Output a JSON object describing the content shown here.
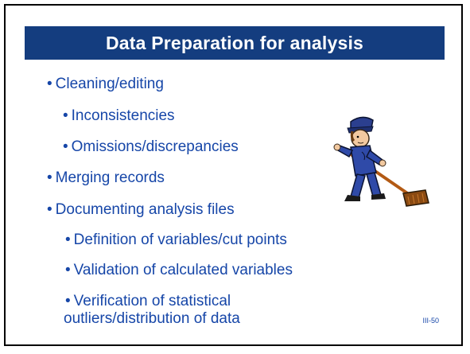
{
  "slide": {
    "title": "Data Preparation for analysis",
    "bullets": [
      {
        "level": 1,
        "text": "Cleaning/editing"
      },
      {
        "level": 2,
        "text": "Inconsistencies"
      },
      {
        "level": 2,
        "text": "Omissions/discrepancies"
      },
      {
        "level": 1,
        "text": "Merging records"
      },
      {
        "level": 1,
        "text": "Documenting analysis files"
      },
      {
        "level": 2,
        "text": "Definition of variables/cut points"
      },
      {
        "level": 2,
        "text": "Validation of calculated variables"
      },
      {
        "level": 2,
        "text_line1": "Verification of statistical",
        "text_line2": "outliers/distribution of data"
      }
    ],
    "slide_number": "III-50",
    "bullet_glyph": "•",
    "illustration": "janitor-sweeping-clipart",
    "colors": {
      "title_background": "#143d7f",
      "title_text": "#ffffff",
      "bullet_text": "#1646a8",
      "border": "#000000"
    }
  }
}
